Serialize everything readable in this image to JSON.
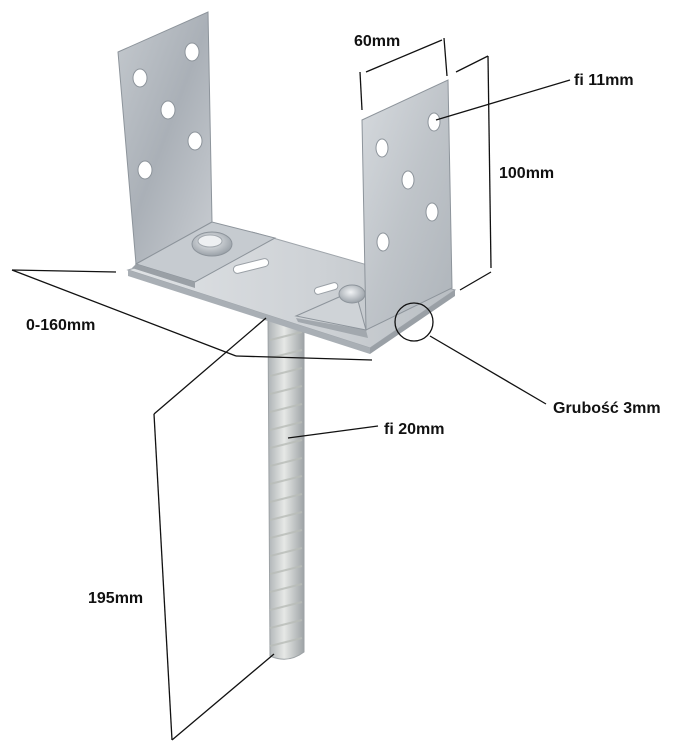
{
  "labels": {
    "width_top": "60mm",
    "hole_diameter": "fi 11mm",
    "height": "100mm",
    "adjust_range": "0-160mm",
    "thickness": "Grubość 3mm",
    "rod_diameter": "fi 20mm",
    "rod_length": "195mm"
  },
  "colors": {
    "background": "#ffffff",
    "steel_light": "#d4d8dc",
    "steel_mid": "#b3b8be",
    "steel_dark": "#8d949b",
    "hole": "#ffffff",
    "dimension_line": "#111111"
  }
}
